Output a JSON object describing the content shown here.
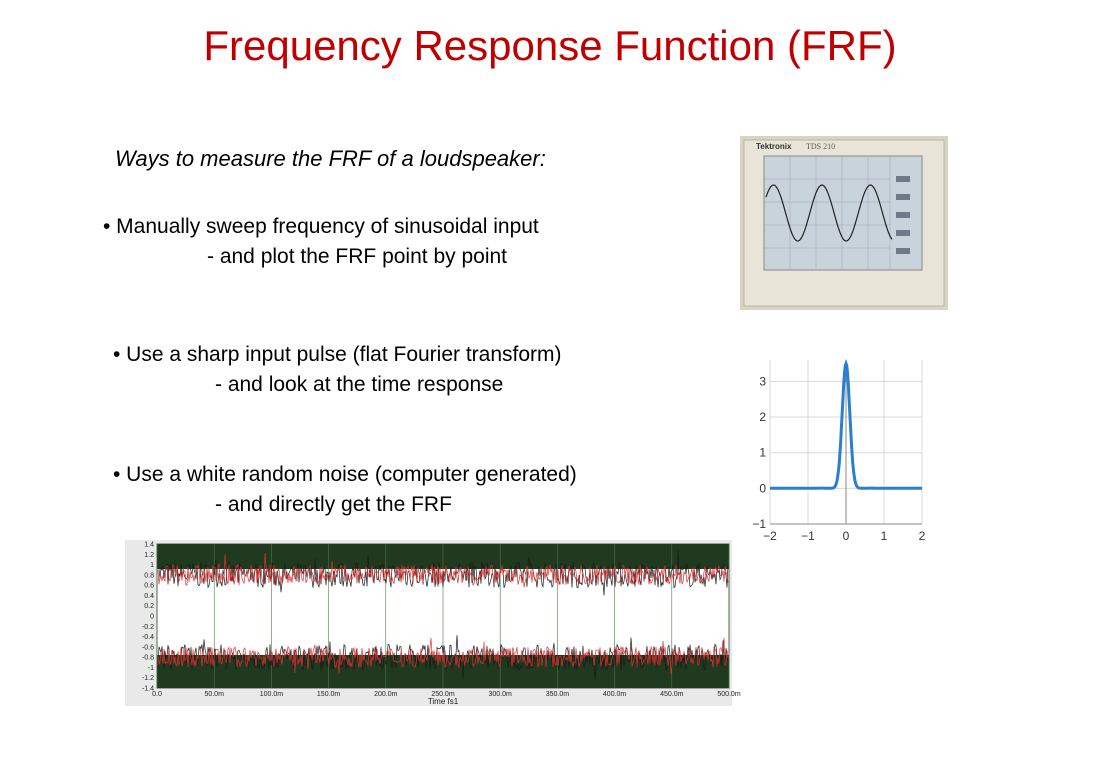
{
  "slide": {
    "title": "Frequency Response Function (FRF)",
    "subtitle": "Ways to measure the FRF of a loudspeaker:",
    "bullets": [
      {
        "line1": "• Manually sweep frequency of sinusoidal input",
        "line2": "- and plot the FRF point by point"
      },
      {
        "line1": "• Use a sharp input pulse (flat Fourier transform)",
        "line2": "- and look at the time response"
      },
      {
        "line1": "• Use a white random noise (computer generated)",
        "line2": "- and directly get the FRF"
      }
    ]
  },
  "colors": {
    "title": "#c00000",
    "pulse": "#2a7fd0",
    "noise_red": "#e03030",
    "noise_dark": "#1a1a1a"
  },
  "oscilloscope": {
    "brand": "Tektronix",
    "model": "TDS 210"
  },
  "chart_data": [
    {
      "type": "line",
      "x": [
        -2,
        -1.5,
        -1,
        -0.5,
        -0.3,
        -0.2,
        -0.1,
        0,
        0.1,
        0.2,
        0.3,
        0.5,
        1,
        1.5,
        2
      ],
      "values": [
        0,
        0,
        0,
        0.01,
        0.5,
        1.5,
        2.8,
        3.5,
        2.8,
        1.5,
        0.5,
        0.01,
        0,
        0,
        0
      ],
      "xlim": [
        -2,
        2
      ],
      "ylim": [
        -1,
        3.6
      ],
      "xticks": [
        "−2",
        "−1",
        "0",
        "1",
        "2"
      ],
      "yticks": [
        "−1",
        "0",
        "1",
        "2",
        "3"
      ],
      "grid": true
    },
    {
      "type": "line",
      "xlabel": "Time fs1",
      "xticks": [
        "0.0",
        "50.0m",
        "100.0m",
        "150.0m",
        "200.0m",
        "250.0m",
        "300.0m",
        "350.0m",
        "400.0m",
        "450.0m",
        "500.0m"
      ],
      "yticks": [
        "1.4",
        "1.2",
        "1",
        "0.8",
        "0.6",
        "0.4",
        "0.2",
        "0",
        "-0.2",
        "-0.4",
        "-0.6",
        "-0.8",
        "-1",
        "-1.2",
        "-1.4"
      ],
      "ylim": [
        -1.4,
        1.4
      ],
      "xlim": [
        0,
        0.5
      ],
      "series": [
        {
          "band_center": 0.8,
          "band_spread": 0.25
        },
        {
          "band_center": -0.8,
          "band_spread": 0.25
        }
      ]
    }
  ]
}
